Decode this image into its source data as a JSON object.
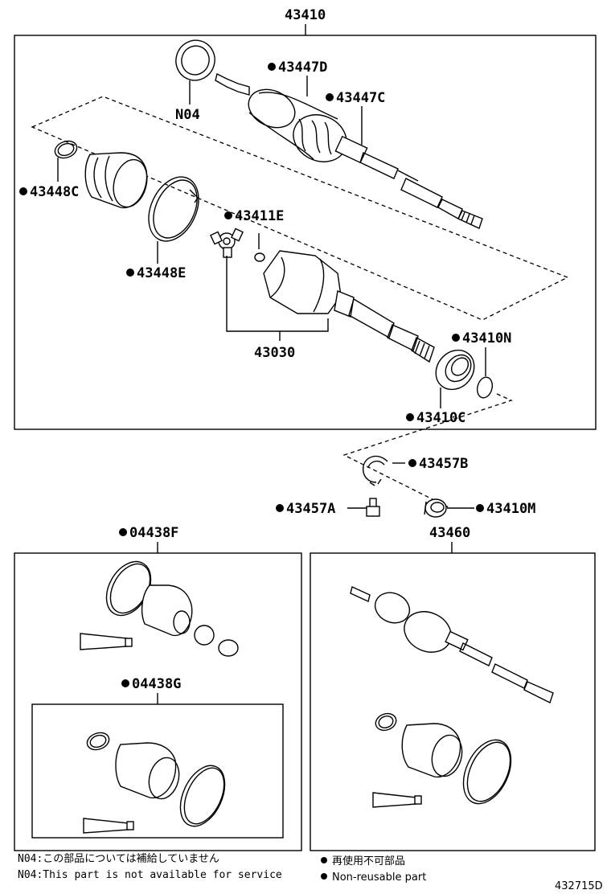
{
  "assembly_label": "43410",
  "labels": {
    "n04": "N04",
    "p43447d": "43447D",
    "p43447c": "43447C",
    "p43448c": "43448C",
    "p43411e": "43411E",
    "p43448e": "43448E",
    "p43030": "43030",
    "p43410n": "43410N",
    "p43410c": "43410C",
    "p43457b": "43457B",
    "p43457a": "43457A",
    "p43410m": "43410M",
    "p04438f": "04438F",
    "p04438g": "04438G",
    "p43460": "43460"
  },
  "notes": {
    "jp": "N04:この部品については補給していません",
    "en": "N04:This part is not available for service"
  },
  "legend": {
    "jp": "再使用不可部品",
    "en": "Non-reusable part"
  },
  "diagram_id": "432715D"
}
